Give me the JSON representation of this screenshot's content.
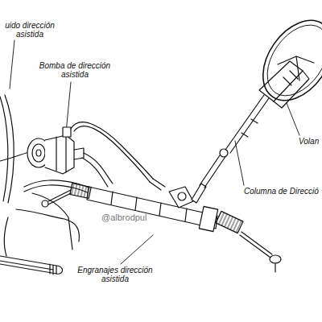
{
  "diagram": {
    "labels": [
      "uido dirección asistida",
      "Bomba de dirección asistida",
      "Volan",
      "Columna de Direcció",
      "@albrodpul",
      "Engranajes dirección asistida"
    ]
  }
}
